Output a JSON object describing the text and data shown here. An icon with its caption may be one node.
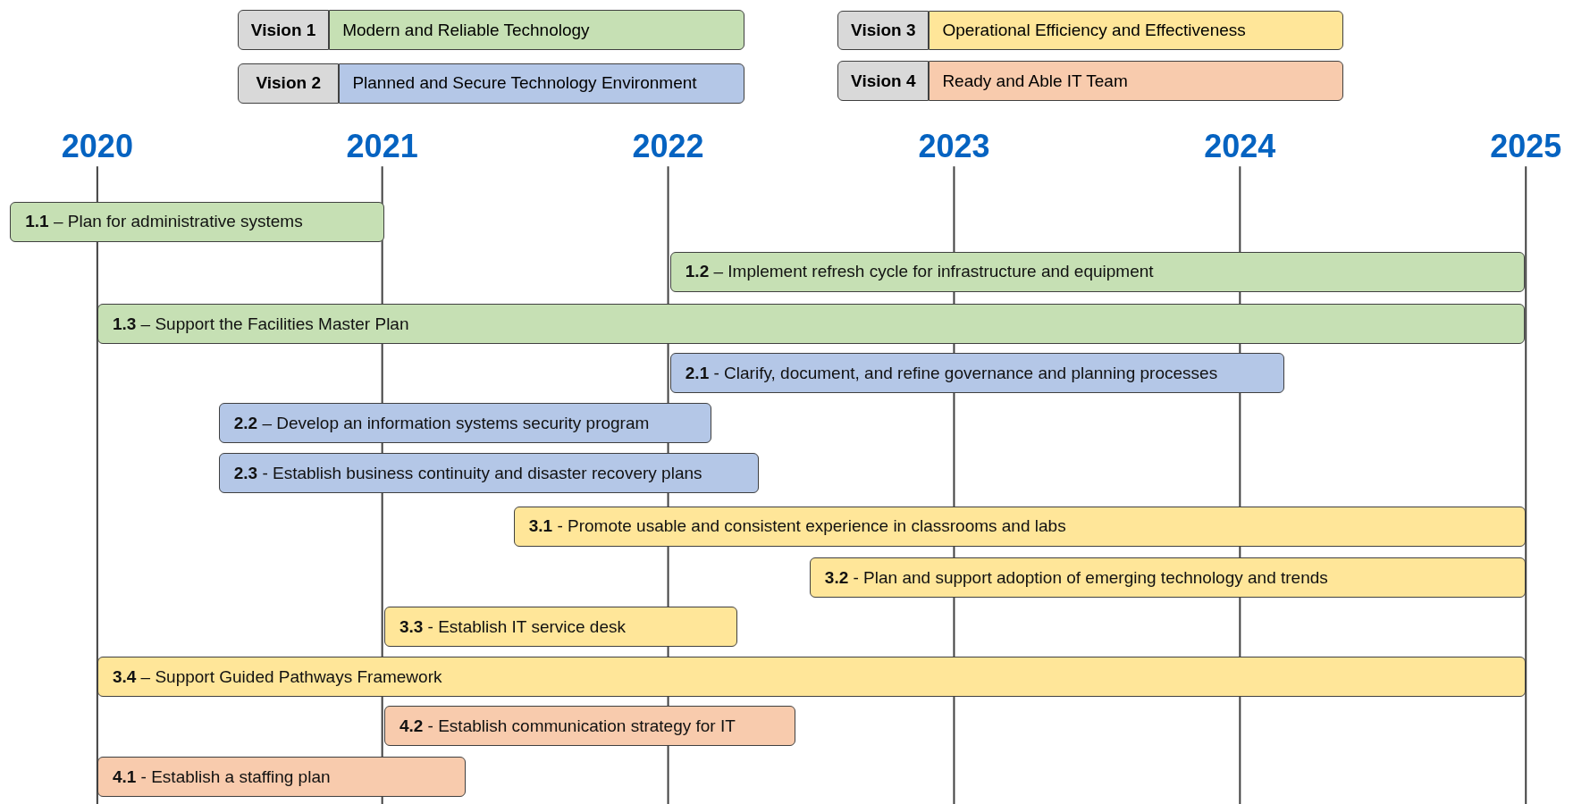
{
  "diagram": {
    "nodes": [
      {
        "text": [
          "**1.1** – Plan for administrative systems"
        ]
      },
      {
        "text": [
          "**1.2** – Implement refresh cycle for infrastructure and equipment"
        ]
      },
      {
        "text": [
          "**1.3** – Support the Facilities Master Plan"
        ]
      },
      {
        "text": [
          "**2.1** - Clarify, document, and refine governance and planning processes"
        ]
      },
      {
        "text": [
          "**2.2** – Develop an information systems security program"
        ]
      },
      {
        "text": [
          "**2.3** - Establish business continuity and disaster recovery plans"
        ]
      },
      {
        "text": [
          "**3.1** - Promote usable and consistent experience in classrooms and labs"
        ]
      },
      {
        "text": [
          "**3.2** - Plan and support adoption of emerging technology and trends"
        ]
      },
      {
        "text": [
          "**3.3** - Establish IT service desk"
        ]
      },
      {
        "text": [
          "**3.4** – Support Guided Pathways Framework"
        ]
      },
      {
        "text": [
          "**4.2** - Establish communication strategy for IT"
        ]
      },
      {
        "text": [
          "**4.1** - Establish a staffing plan"
        ]
      }
    ],
    "edges": [],
    "labels": [
      "Vision 1",
      "Vision 2",
      "Vision 3",
      "Vision 4",
      "2020",
      "2021",
      "2022",
      "2023",
      "2024",
      "2025"
    ],
    "legend": [
      {
        "text": "Modern and Reliable Technology",
        "color": "#c6e0b4"
      },
      {
        "text": "Planned and Secure Technology Environment",
        "color": "#b4c7e7"
      },
      {
        "text": "Operational Efficiency and Effectiveness",
        "color": "#ffe699"
      },
      {
        "text": "Ready and Able IT Team",
        "color": "#f8cbad"
      }
    ]
  }
}
